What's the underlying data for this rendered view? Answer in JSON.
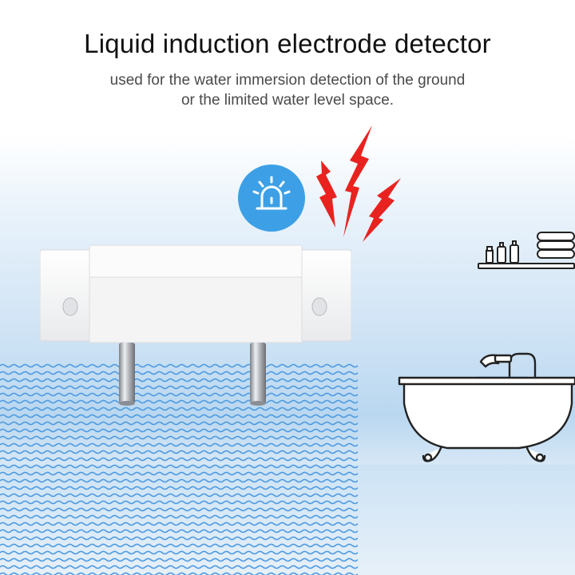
{
  "header": {
    "title": "Liquid induction electrode detector",
    "subtitle_line1": "used for the water immersion detection of the ground",
    "subtitle_line2": "or the limited water level space."
  },
  "icons": {
    "alarm": "alarm-siren-icon",
    "lightning": "lightning-bolt-icon"
  },
  "colors": {
    "accent_blue": "#3da0e6",
    "water_wave": "#4f9be0",
    "lightning_red": "#e8231f",
    "background_water_tint": "#cfe3f5"
  }
}
